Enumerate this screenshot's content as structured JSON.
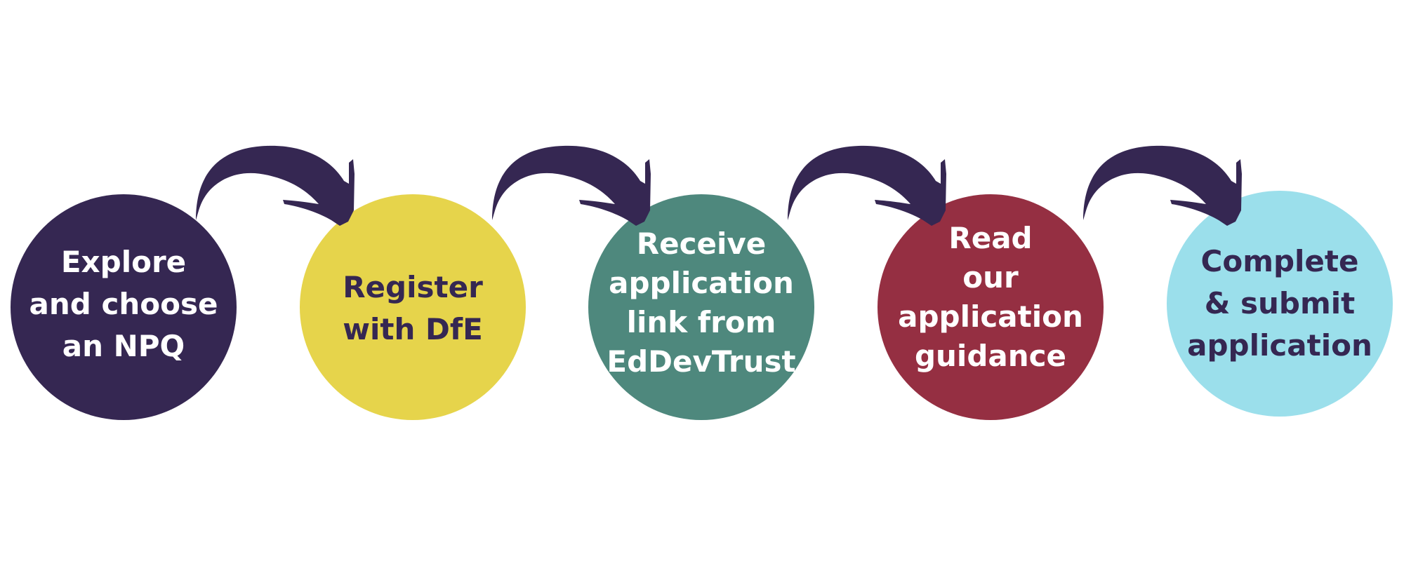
{
  "steps": [
    {
      "label": "Explore\nand choose\nan NPQ",
      "fill": "#352752",
      "text_color": "#ffffff"
    },
    {
      "label": "Register\nwith DfE",
      "fill": "#e6d44b",
      "text_color": "#352752"
    },
    {
      "label": "Receive\napplication\nlink from\nEdDevTrust",
      "fill": "#4e887d",
      "text_color": "#ffffff"
    },
    {
      "label": "Read\nour\napplication\nguidance",
      "fill": "#952f42",
      "text_color": "#ffffff"
    },
    {
      "label": "Complete\n& submit\napplication",
      "fill": "#9bdfeb",
      "text_color": "#352752"
    }
  ],
  "arrow_color": "#352752"
}
